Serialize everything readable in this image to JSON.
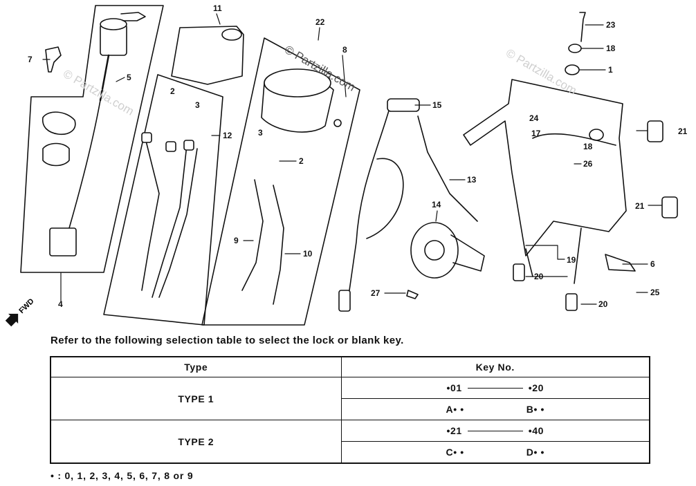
{
  "watermark": "© Partzilla.com",
  "fwd_label": "FWD",
  "callouts": [
    "7",
    "5",
    "4",
    "2",
    "3",
    "12",
    "11",
    "22",
    "8",
    "3",
    "2",
    "9",
    "10",
    "15",
    "13",
    "14",
    "27",
    "23",
    "18",
    "1",
    "24",
    "17",
    "18",
    "26",
    "21",
    "21",
    "19",
    "20",
    "6",
    "25",
    "20"
  ],
  "refer_text": "Refer to the following selection table to select the lock or blank key.",
  "table": {
    "header_type": "Type",
    "header_key": "Key No.",
    "rows": [
      {
        "type": "TYPE 1",
        "range_start": "•01",
        "range_end": "•20",
        "blank_a": "A• •",
        "blank_b": "B• •"
      },
      {
        "type": "TYPE 2",
        "range_start": "•21",
        "range_end": "•40",
        "blank_a": "C• •",
        "blank_b": "D• •"
      }
    ]
  },
  "footnote": "• :  0, 1, 2, 3, 4, 5, 6, 7, 8 or 9"
}
